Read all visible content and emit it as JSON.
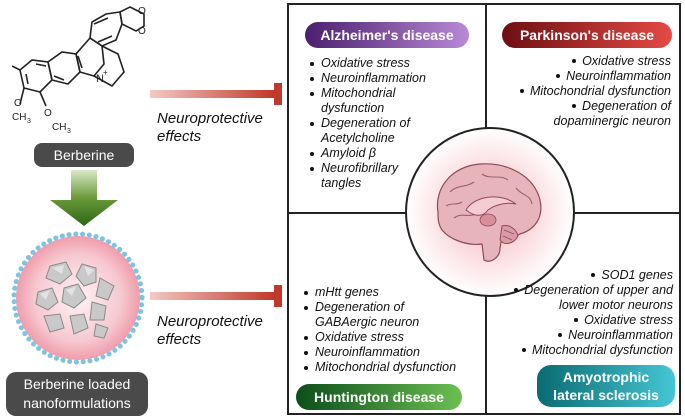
{
  "left_panel": {
    "molecule_label": "Berberine",
    "nano_label_line1": "Berberine loaded",
    "nano_label_line2": "nanoformulations",
    "effect_top_line1": "Neuroprotective",
    "effect_top_line2": "effects",
    "effect_bottom_line1": "Neuroprotective",
    "effect_bottom_line2": "effects",
    "structure_label_och3_a": "O",
    "structure_label_och3_b": "CH",
    "structure_label_sub": "3",
    "structure_label_n": "N",
    "structure_label_plus": "+",
    "structure_label_o": "O"
  },
  "diseases": {
    "alzheimers": {
      "title": "Alzheimer's disease",
      "color": "#4b1f6f",
      "items": [
        "Oxidative stress",
        "Neuroinflammation",
        "Mitochondrial dysfunction",
        "Degeneration of Acetylcholine",
        "Amyloid β",
        "Neurofibrillary tangles"
      ]
    },
    "parkinsons": {
      "title": "Parkinson's disease",
      "color": "#6e0f12",
      "items": [
        "Oxidative stress",
        "Neuroinflammation",
        "Mitochondrial dysfunction",
        "Degeneration of",
        "dopaminergic neuron"
      ]
    },
    "huntington": {
      "title": "Huntington disease",
      "color": "#0c4e1b",
      "items": [
        "mHtt genes",
        "Degeneration of GABAergic neuron",
        "Oxidative stress",
        "Neuroinflammation",
        "Mitochondrial dysfunction"
      ]
    },
    "als": {
      "title_line1": "Amyotrophic",
      "title_line2": "lateral sclerosis",
      "color": "#0b6b72",
      "items": [
        "SOD1 genes",
        "Degeneration of upper and",
        "lower motor neurons",
        "Oxidative stress",
        "Neuroinflammation",
        "Mitochondrial dysfunction"
      ]
    }
  },
  "colors": {
    "arrow_red": "#c0392b",
    "arrow_green": "#3f7a1f",
    "brain_pink": "#e8b4bc",
    "nano_bead": "#7fc3e3"
  }
}
